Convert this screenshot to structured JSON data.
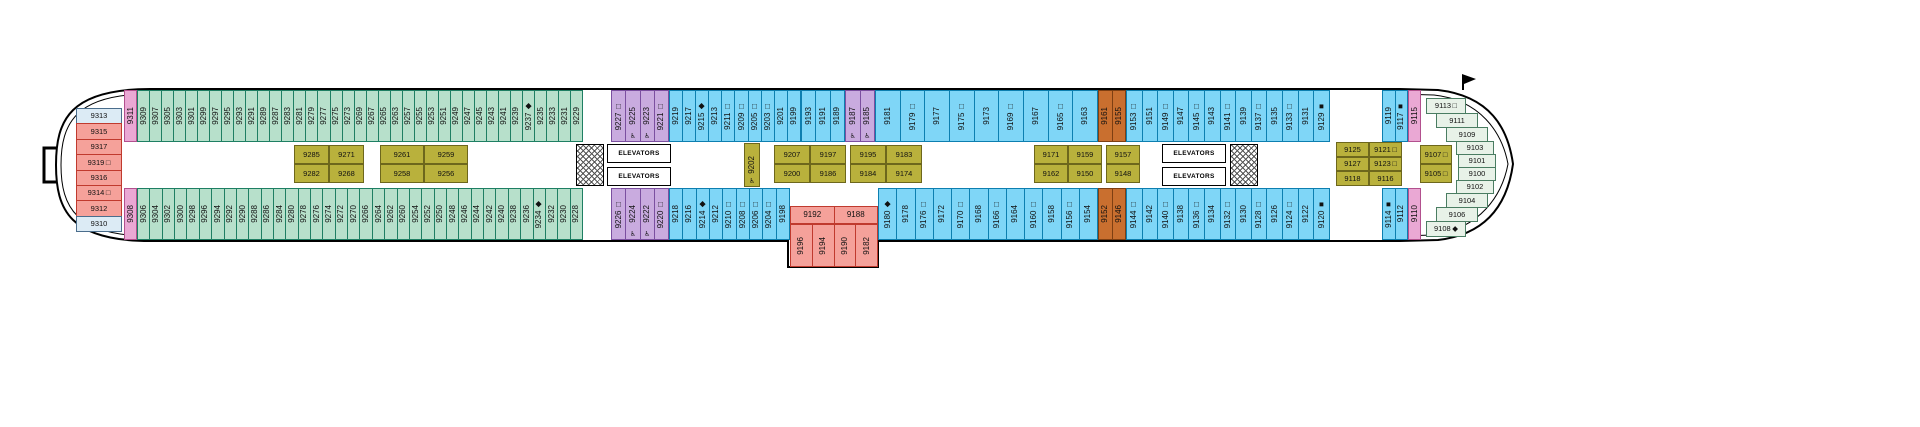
{
  "labels": {
    "elevators": "ELEVATORS"
  },
  "symbols": {
    "sq": "□",
    "fsq": "■",
    "dia": "◆",
    "acc": "♿"
  },
  "colors": {
    "green": {
      "fill": "#b7e0cb",
      "border": "#1e7f63"
    },
    "blue": {
      "fill": "#7fd6f7",
      "border": "#0d7fb0"
    },
    "purple": {
      "fill": "#c9abdf",
      "border": "#7b4fa0"
    },
    "olive": {
      "fill": "#b9b13c",
      "border": "#6d671c"
    },
    "red": {
      "fill": "#f5a19a",
      "border": "#c03a2e"
    },
    "pink": {
      "fill": "#eaa8d4",
      "border": "#b2508e"
    },
    "orange": {
      "fill": "#c96f2f",
      "border": "#7e3f12"
    },
    "paleblue": {
      "fill": "#dcebf5",
      "border": "#4a6d8c"
    },
    "palegreen": {
      "fill": "#e8f2e8",
      "border": "#4a7d62"
    }
  },
  "sections": {
    "stern_stack": {
      "color": "red",
      "cabins": [
        {
          "n": "9313",
          "c": "paleblue"
        },
        "9315",
        "9317",
        {
          "n": "9319",
          "s": "sq"
        },
        "9316",
        {
          "n": "9314",
          "s": "sq"
        },
        "9312",
        {
          "n": "9310",
          "c": "paleblue"
        }
      ]
    },
    "top_pink_stern": {
      "color": "pink",
      "cabins": [
        "9311"
      ]
    },
    "top_green": {
      "color": "green",
      "cabins": [
        "9309",
        "9307",
        "9305",
        "9303",
        "9301",
        "9299",
        "9297",
        "9295",
        "9293",
        "9291",
        "9289",
        "9287",
        "9283",
        "9281",
        "9279",
        "9277",
        "9275",
        "9273",
        "9269",
        "9267",
        "9265",
        "9263",
        "9257",
        "9255",
        "9253",
        "9251",
        "9249",
        "9247",
        "9245",
        "9243",
        "9241",
        "9239",
        {
          "n": "9237",
          "s": "dia"
        },
        "9235",
        "9233",
        "9231",
        "9229"
      ]
    },
    "top_purple_left": {
      "color": "purple",
      "cabins": [
        {
          "n": "9227",
          "s": "sq"
        },
        {
          "n": "9225",
          "s": "acc"
        },
        {
          "n": "9223",
          "s": "acc"
        },
        {
          "n": "9221",
          "s": "sq"
        }
      ]
    },
    "top_blue_a": {
      "color": "blue",
      "cabins": [
        "9219",
        "9217",
        {
          "n": "9215",
          "s": "dia"
        },
        "9213",
        {
          "n": "9211",
          "s": "sq"
        },
        {
          "n": "9209",
          "s": "sq"
        },
        {
          "n": "9205",
          "s": "sq"
        },
        {
          "n": "9203",
          "s": "sq"
        },
        "9201",
        "9199"
      ]
    },
    "top_blue_b": {
      "color": "blue",
      "cabins": [
        "9193",
        "9191",
        "9189"
      ]
    },
    "top_purple_mid": {
      "color": "purple",
      "cabins": [
        {
          "n": "9187",
          "s": "acc"
        },
        {
          "n": "9185",
          "s": "acc"
        }
      ]
    },
    "top_blue_c": {
      "color": "blue",
      "cabins": [
        "9181",
        {
          "n": "9179",
          "s": "sq"
        },
        "9177",
        {
          "n": "9175",
          "s": "sq"
        },
        "9173",
        {
          "n": "9169",
          "s": "sq"
        },
        "9167",
        {
          "n": "9165",
          "s": "sq"
        },
        "9163"
      ]
    },
    "top_orange": {
      "color": "orange",
      "cabins": [
        "9161",
        "9155"
      ]
    },
    "top_blue_d": {
      "color": "blue",
      "cabins": [
        {
          "n": "9153",
          "s": "sq"
        },
        "9151",
        {
          "n": "9149",
          "s": "sq"
        },
        "9147",
        {
          "n": "9145",
          "s": "sq"
        },
        "9143",
        {
          "n": "9141",
          "s": "sq"
        },
        "9139",
        {
          "n": "9137",
          "s": "sq"
        },
        "9135",
        {
          "n": "9133",
          "s": "sq"
        },
        "9131",
        {
          "n": "9129",
          "s": "fsq"
        }
      ]
    },
    "top_blue_e": {
      "color": "blue",
      "cabins": [
        "9119",
        {
          "n": "9117",
          "s": "fsq"
        }
      ]
    },
    "top_pink_bow": {
      "color": "pink",
      "cabins": [
        "9115"
      ]
    },
    "bottom_pink_stern": {
      "color": "pink",
      "cabins": [
        "9308"
      ]
    },
    "bottom_green": {
      "color": "green",
      "cabins": [
        "9306",
        "9304",
        "9302",
        "9300",
        "9298",
        "9296",
        "9294",
        "9292",
        "9290",
        "9288",
        "9286",
        "9284",
        "9280",
        "9278",
        "9276",
        "9274",
        "9272",
        "9270",
        "9266",
        "9264",
        "9262",
        "9260",
        "9254",
        "9252",
        "9250",
        "9248",
        "9246",
        "9244",
        "9242",
        "9240",
        "9238",
        "9236",
        {
          "n": "9234",
          "s": "dia"
        },
        "9232",
        "9230",
        "9228"
      ]
    },
    "bottom_purple_left": {
      "color": "purple",
      "cabins": [
        {
          "n": "9226",
          "s": "sq"
        },
        {
          "n": "9224",
          "s": "acc"
        },
        {
          "n": "9222",
          "s": "acc"
        },
        {
          "n": "9220",
          "s": "sq"
        }
      ]
    },
    "bottom_blue_a": {
      "color": "blue",
      "cabins": [
        "9218",
        "9216",
        {
          "n": "9214",
          "s": "dia"
        },
        "9212",
        {
          "n": "9210",
          "s": "sq"
        },
        {
          "n": "9208",
          "s": "sq"
        },
        {
          "n": "9206",
          "s": "sq"
        },
        {
          "n": "9204",
          "s": "sq"
        },
        "9198"
      ]
    },
    "bump_upper": {
      "color": "red",
      "cabins": [
        "9192",
        "9188"
      ]
    },
    "bump_lower": {
      "color": "red",
      "cabins": [
        "9196",
        "9194",
        "9190",
        "9182"
      ]
    },
    "bottom_blue_b": {
      "color": "blue",
      "cabins": [
        {
          "n": "9180",
          "s": "dia"
        },
        "9178",
        {
          "n": "9176",
          "s": "sq"
        },
        "9172",
        {
          "n": "9170",
          "s": "sq"
        },
        "9168",
        {
          "n": "9166",
          "s": "sq"
        },
        "9164",
        {
          "n": "9160",
          "s": "sq"
        },
        "9158",
        {
          "n": "9156",
          "s": "sq"
        },
        "9154"
      ]
    },
    "bottom_orange": {
      "color": "orange",
      "cabins": [
        "9152",
        "9146"
      ]
    },
    "bottom_blue_c": {
      "color": "blue",
      "cabins": [
        {
          "n": "9144",
          "s": "sq"
        },
        "9142",
        {
          "n": "9140",
          "s": "sq"
        },
        "9138",
        {
          "n": "9136",
          "s": "sq"
        },
        "9134",
        {
          "n": "9132",
          "s": "sq"
        },
        "9130",
        {
          "n": "9128",
          "s": "sq"
        },
        "9126",
        {
          "n": "9124",
          "s": "sq"
        },
        "9122",
        {
          "n": "9120",
          "s": "fsq"
        }
      ]
    },
    "bottom_blue_d": {
      "color": "blue",
      "cabins": [
        {
          "n": "9114",
          "s": "fsq"
        },
        "9112"
      ]
    },
    "bottom_pink_bow": {
      "color": "pink",
      "cabins": [
        "9110"
      ]
    },
    "s9202": {
      "color": "olive",
      "cabins": [
        {
          "n": "9202",
          "s": "acc"
        }
      ]
    },
    "bow": {
      "color": "palegreen",
      "cabins": [
        {
          "n": "9113",
          "s": "sq"
        },
        "9111",
        "9109",
        "9103",
        "9101",
        "9100",
        "9102",
        "9104",
        "9106",
        {
          "n": "9108",
          "s": "dia"
        }
      ]
    }
  },
  "clusters": {
    "a": {
      "color": "olive",
      "cabins": [
        "9285",
        "9271",
        "9282",
        "9268"
      ]
    },
    "b": {
      "color": "olive",
      "cabins": [
        "9261",
        "9259",
        "9258",
        "9256"
      ]
    },
    "c1": {
      "color": "olive",
      "cabins": [
        "9207",
        "9197",
        "9200",
        "9186"
      ]
    },
    "c2": {
      "color": "olive",
      "cabins": [
        "9195",
        "9183",
        "9184",
        "9174"
      ]
    },
    "d1": {
      "color": "olive",
      "cabins": [
        "9171",
        "9159",
        "9162",
        "9150"
      ]
    },
    "d2": {
      "color": "olive",
      "cabins": [
        "9157",
        "9148"
      ]
    },
    "e": {
      "color": "olive",
      "cabins": [
        "9125",
        {
          "n": "9121",
          "s": "sq"
        },
        "9127",
        {
          "n": "9123",
          "s": "sq"
        },
        "9118",
        "9116"
      ]
    },
    "bow_olive": {
      "color": "olive",
      "cabins": [
        {
          "n": "9107",
          "s": "sq"
        },
        {
          "n": "9105",
          "s": "sq"
        }
      ]
    }
  }
}
